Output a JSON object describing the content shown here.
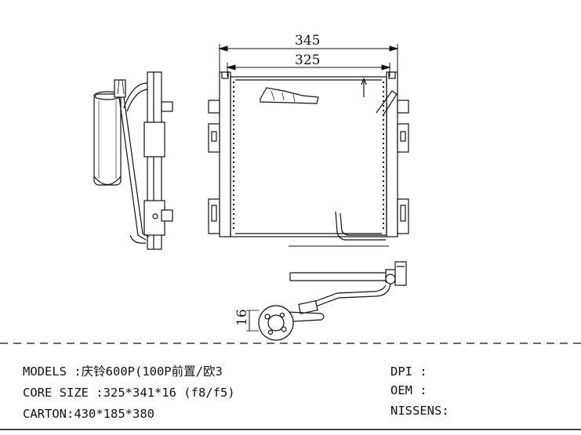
{
  "drawing": {
    "dimensions": {
      "overall_width": "345",
      "core_width": "325",
      "thickness": "16"
    }
  },
  "spec": {
    "models_label": "MODELS :",
    "models_value": "庆铃600P(100P前置/欧3",
    "core_size_label": "CORE SIZE :",
    "core_size_value": "325*341*16 (f8/f5)",
    "carton_label": "CARTON:",
    "carton_value": "430*185*380",
    "dpi_label": "DPI :",
    "dpi_value": "",
    "oem_label": "OEM :",
    "oem_value": "",
    "nissens_label": "NISSENS:",
    "nissens_value": ""
  }
}
